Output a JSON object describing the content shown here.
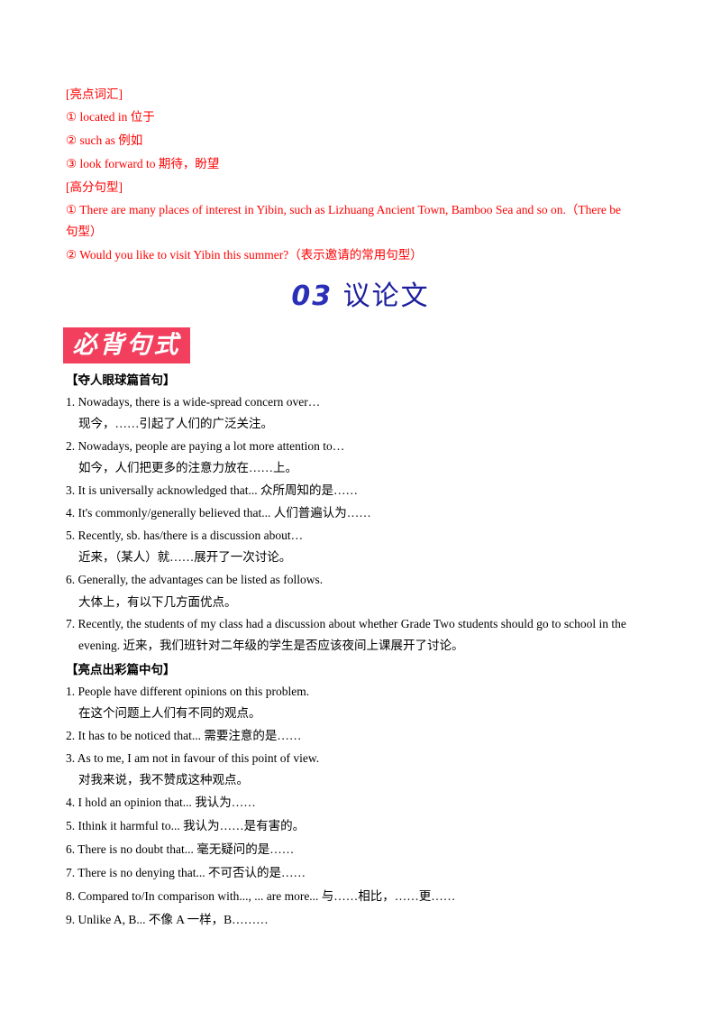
{
  "vocab": {
    "title": "[亮点词汇]",
    "items": [
      "① located in 位于",
      "② such as 例如",
      "③ look forward to 期待，盼望"
    ]
  },
  "patterns": {
    "title": "[高分句型]",
    "item1_line1": "① There are many places of interest in Yibin, such as Lizhuang Ancient Town, Bamboo Sea and so on.（There be",
    "item1_line2": "句型）",
    "item2": "② Would you like to visit Yibin this summer?（表示邀请的常用句型）"
  },
  "section_heading": {
    "number": "03",
    "title": "议论文"
  },
  "banner": "必背句式",
  "opening": {
    "title": "【夺人眼球篇首句】",
    "lines": [
      "1. Nowadays, there is a wide-spread concern over…",
      "现今，……引起了人们的广泛关注。",
      "2. Nowadays, people are paying a lot more attention to…",
      "如今，人们把更多的注意力放在……上。",
      "3. It is universally acknowledged that...  众所周知的是……",
      "4. It's commonly/generally believed that...  人们普遍认为……",
      "5. Recently, sb. has/there is a discussion about…",
      "近来，（某人）就……展开了一次讨论。",
      "6. Generally, the advantages can be listed as follows.",
      "大体上，有以下几方面优点。",
      "7. Recently, the students of my class had a discussion about whether Grade Two students should go to school in the",
      "evening.  近来，我们班针对二年级的学生是否应该夜间上课展开了讨论。"
    ]
  },
  "middle": {
    "title": "【亮点出彩篇中句】",
    "lines": [
      "1. People have different opinions on this problem.",
      "在这个问题上人们有不同的观点。",
      "2. It has to be noticed that...  需要注意的是……",
      "3. As to me, I am not in favour of this point of view.",
      "对我来说，我不赞成这种观点。",
      "4. I hold an opinion that...  我认为……",
      "5. Ithink it harmful to...  我认为……是有害的。",
      "6. There is no doubt that...  毫无疑问的是……",
      "7. There is no denying that...  不可否认的是……",
      "8. Compared to/In comparison with..., ... are more...  与……相比，……更……",
      "9. Unlike A, B...  不像 A 一样，B………"
    ]
  }
}
